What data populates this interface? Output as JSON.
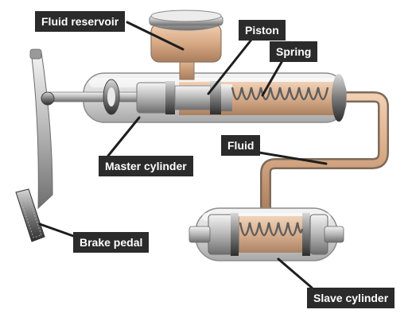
{
  "labels": {
    "fluid_reservoir": "Fluid reservoir",
    "piston": "Piston",
    "spring": "Spring",
    "fluid": "Fluid",
    "master_cylinder": "Master cylinder",
    "brake_pedal": "Brake pedal",
    "slave_cylinder": "Slave cylinder"
  },
  "colors": {
    "label_bg": "#2b2b2b",
    "label_text": "#ffffff",
    "leader_line": "#1e1e1e",
    "fluid": "#d8aa86",
    "metal": "#c9c9c9",
    "pedal": "#8a8a8a"
  }
}
